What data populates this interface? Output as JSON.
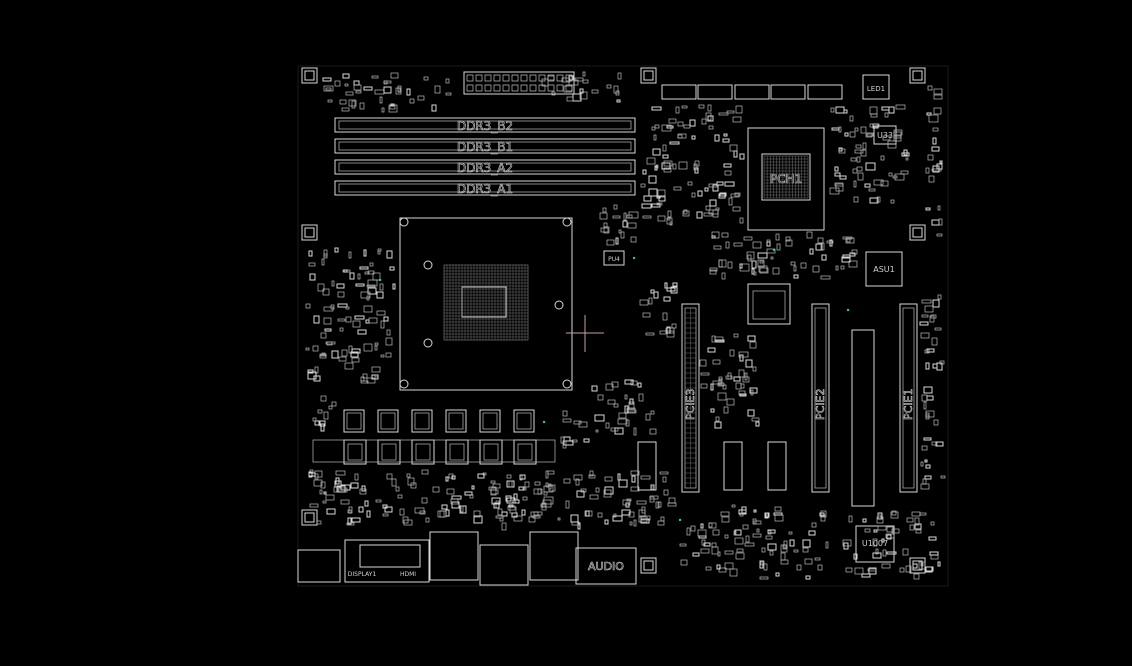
{
  "board": {
    "dimm_slots": [
      "DDR3_B2",
      "DDR3_B1",
      "DDR3_A2",
      "DDR3_A1"
    ],
    "pch_label": "PCH1",
    "chip_labels": {
      "u33": "U33",
      "asu1": "ASU1",
      "u1007": "U1007",
      "led1": "LED1",
      "pu4": "PU4"
    },
    "pcie_labels": [
      "PCIE3",
      "PCIE2",
      "PCIE1"
    ],
    "io_labels": {
      "display": "DISPLAY1",
      "hdmi": "HDMI",
      "audio": "AUDIO"
    },
    "colors": {
      "background": "#000000",
      "trace": "#d8d8d8",
      "accent_dot": "#33c6a4",
      "cursor": "#caa0a0"
    }
  }
}
